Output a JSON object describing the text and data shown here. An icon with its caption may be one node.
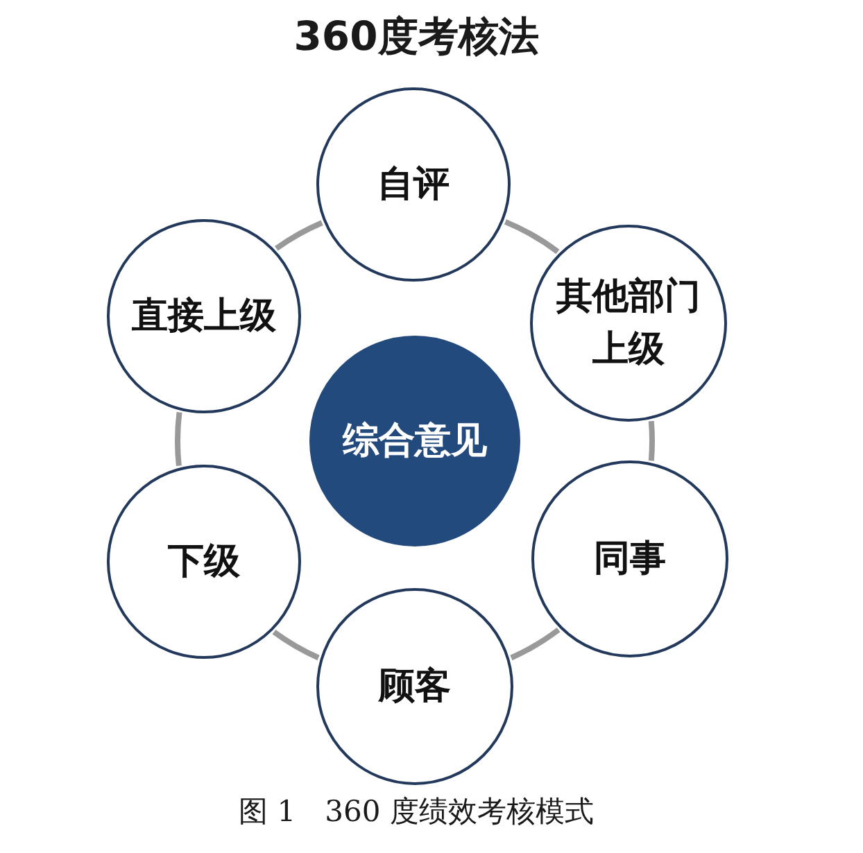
{
  "diagram": {
    "title": "360度考核法",
    "caption": "图 1　360 度绩效考核模式",
    "nodes": [
      {
        "text": [
          "自评"
        ]
      },
      {
        "text": [
          "直接上级"
        ]
      },
      {
        "text": [
          "其他部门上级"
        ]
      },
      {
        "text": [
          "综合意见"
        ]
      },
      {
        "text": [
          "下级"
        ]
      },
      {
        "text": [
          "同事"
        ]
      },
      {
        "text": [
          "顾客"
        ]
      }
    ],
    "edges": [
      {
        "from": 0,
        "to": 2,
        "arrow": "none"
      },
      {
        "from": 2,
        "to": 5,
        "arrow": "none"
      },
      {
        "from": 5,
        "to": 6,
        "arrow": "none"
      },
      {
        "from": 6,
        "to": 4,
        "arrow": "none"
      },
      {
        "from": 4,
        "to": 1,
        "arrow": "none"
      },
      {
        "from": 1,
        "to": 0,
        "arrow": "none"
      }
    ]
  }
}
